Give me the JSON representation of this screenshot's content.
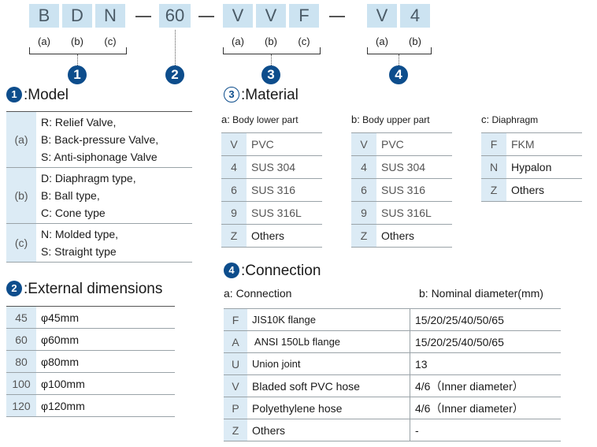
{
  "code": {
    "chars": [
      "B",
      "D",
      "N",
      "60",
      "V",
      "V",
      "F",
      "V",
      "4"
    ],
    "group1_subs": [
      "(a)",
      "(b)",
      "(c)"
    ],
    "group3_subs": [
      "(a)",
      "(b)",
      "(c)"
    ],
    "group4_subs": [
      "(a)",
      "(b)"
    ],
    "markers": [
      "1",
      "2",
      "3",
      "4"
    ]
  },
  "model": {
    "num": "1",
    "title": ":Model",
    "rows": [
      {
        "key": "(a)",
        "lines": [
          "R: Relief Valve,",
          "B: Back-pressure Valve,",
          "S: Anti-siphonage Valve"
        ]
      },
      {
        "key": "(b)",
        "lines": [
          "D: Diaphragm type,",
          "B: Ball type,",
          "C: Cone type"
        ]
      },
      {
        "key": "(c)",
        "lines": [
          "N: Molded type,",
          "S: Straight type"
        ]
      }
    ]
  },
  "dimensions": {
    "num": "2",
    "title": ":External dimensions",
    "rows": [
      {
        "key": "45",
        "value": "φ45mm"
      },
      {
        "key": "60",
        "value": "φ60mm"
      },
      {
        "key": "80",
        "value": "φ80mm"
      },
      {
        "key": "100",
        "value": "φ100mm"
      },
      {
        "key": "120",
        "value": "φ120mm"
      }
    ]
  },
  "material": {
    "num": "3",
    "title": ":Material",
    "lower": {
      "prefix": "a:",
      "label": " Body lower part",
      "rows": [
        {
          "key": "V",
          "value": "PVC"
        },
        {
          "key": "4",
          "value": "SUS 304"
        },
        {
          "key": "6",
          "value": "SUS 316"
        },
        {
          "key": "9",
          "value": "SUS 316L"
        },
        {
          "key": "Z",
          "value": "Others"
        }
      ]
    },
    "upper": {
      "prefix": "b:",
      "label": " Body upper part",
      "rows": [
        {
          "key": "V",
          "value": "PVC"
        },
        {
          "key": "4",
          "value": "SUS 304"
        },
        {
          "key": "6",
          "value": "SUS 316"
        },
        {
          "key": "9",
          "value": "SUS 316L"
        },
        {
          "key": "Z",
          "value": "Others"
        }
      ]
    },
    "diaphragm": {
      "prefix": "c:",
      "label": " Diaphragm",
      "rows": [
        {
          "key": "F",
          "value": "FKM"
        },
        {
          "key": "N",
          "value": "Hypalon"
        },
        {
          "key": "Z",
          "value": "Others"
        }
      ]
    }
  },
  "connection": {
    "num": "4",
    "title": ":Connection",
    "col_a": "a: Connection",
    "col_b": "b: Nominal diameter(mm)",
    "rows": [
      {
        "key": "F",
        "type": "JIS10K flange",
        "diameter": "15/20/25/40/50/65"
      },
      {
        "key": "A",
        "type": " ANSI 150Lb flange",
        "diameter": "15/20/25/40/50/65"
      },
      {
        "key": "U",
        "type": "Union joint",
        "diameter": "13"
      },
      {
        "key": "V",
        "type": "Bladed soft PVC hose",
        "diameter": "4/6（Inner diameter）"
      },
      {
        "key": "P",
        "type": "Polyethylene hose",
        "diameter": "4/6（Inner diameter）"
      },
      {
        "key": "Z",
        "type": "Others",
        "diameter": "-"
      }
    ]
  }
}
